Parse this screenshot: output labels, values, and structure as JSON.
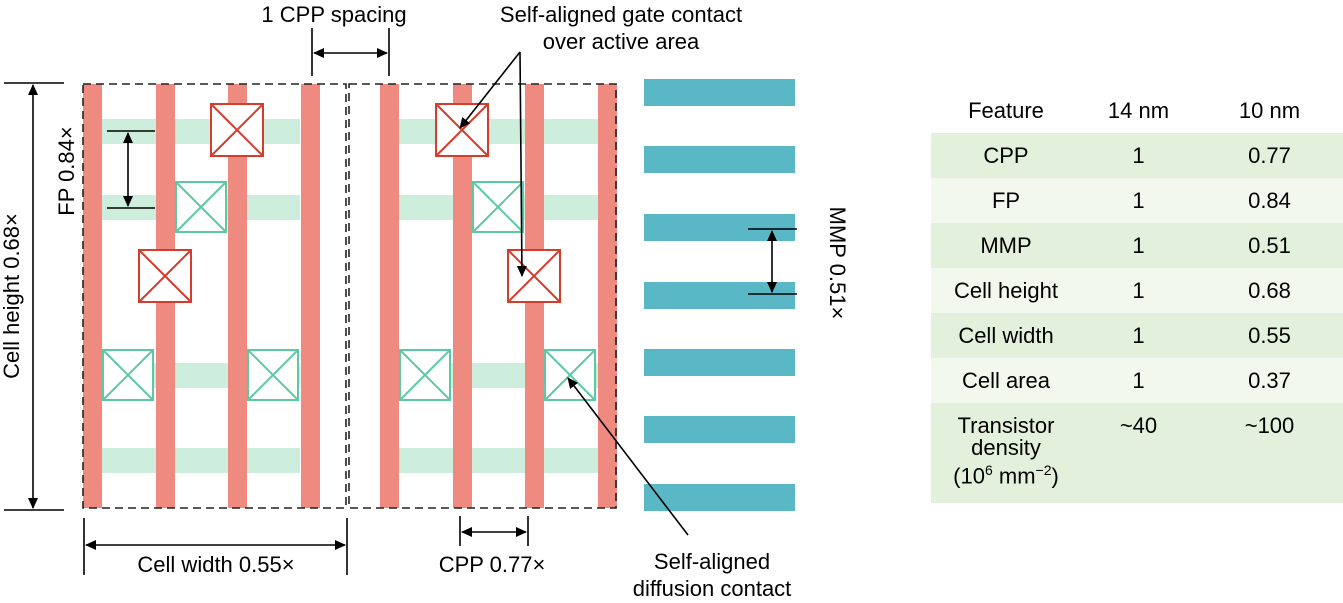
{
  "labels": {
    "cpp_spacing": "1 CPP spacing",
    "gate_contact_line1": "Self-aligned gate contact",
    "gate_contact_line2": "over active area",
    "fp": "FP 0.84×",
    "cell_height": "Cell height 0.68×",
    "mmp": "MMP 0.51×",
    "cell_width": "Cell width 0.55×",
    "cpp": "CPP 0.77×",
    "diffusion_line1": "Self-aligned",
    "diffusion_line2": "diffusion contact"
  },
  "colors": {
    "gate": "#ee8a7f",
    "fin": "#cdeedd",
    "metal": "#5ab8c6",
    "gate_contact": "#d63c2c",
    "diffusion_contact": "#5cc9a5",
    "table_dark": "#e3f1dc",
    "table_light": "#f2f8ee"
  },
  "table": {
    "headers": [
      "Feature",
      "14 nm",
      "10 nm"
    ],
    "rows": [
      {
        "feature": "CPP",
        "v14": "1",
        "v10": "0.77"
      },
      {
        "feature": "FP",
        "v14": "1",
        "v10": "0.84"
      },
      {
        "feature": "MMP",
        "v14": "1",
        "v10": "0.51"
      },
      {
        "feature": "Cell height",
        "v14": "1",
        "v10": "0.68"
      },
      {
        "feature": "Cell width",
        "v14": "1",
        "v10": "0.55"
      },
      {
        "feature": "Cell area",
        "v14": "1",
        "v10": "0.37"
      }
    ],
    "density": {
      "line1": "Transistor",
      "line2": "density",
      "line3_pre": "(10",
      "line3_sup1": "6",
      "line3_mid": " mm",
      "line3_sup2": "−2",
      "line3_post": ")",
      "v14": "~40",
      "v10": "~100"
    }
  }
}
